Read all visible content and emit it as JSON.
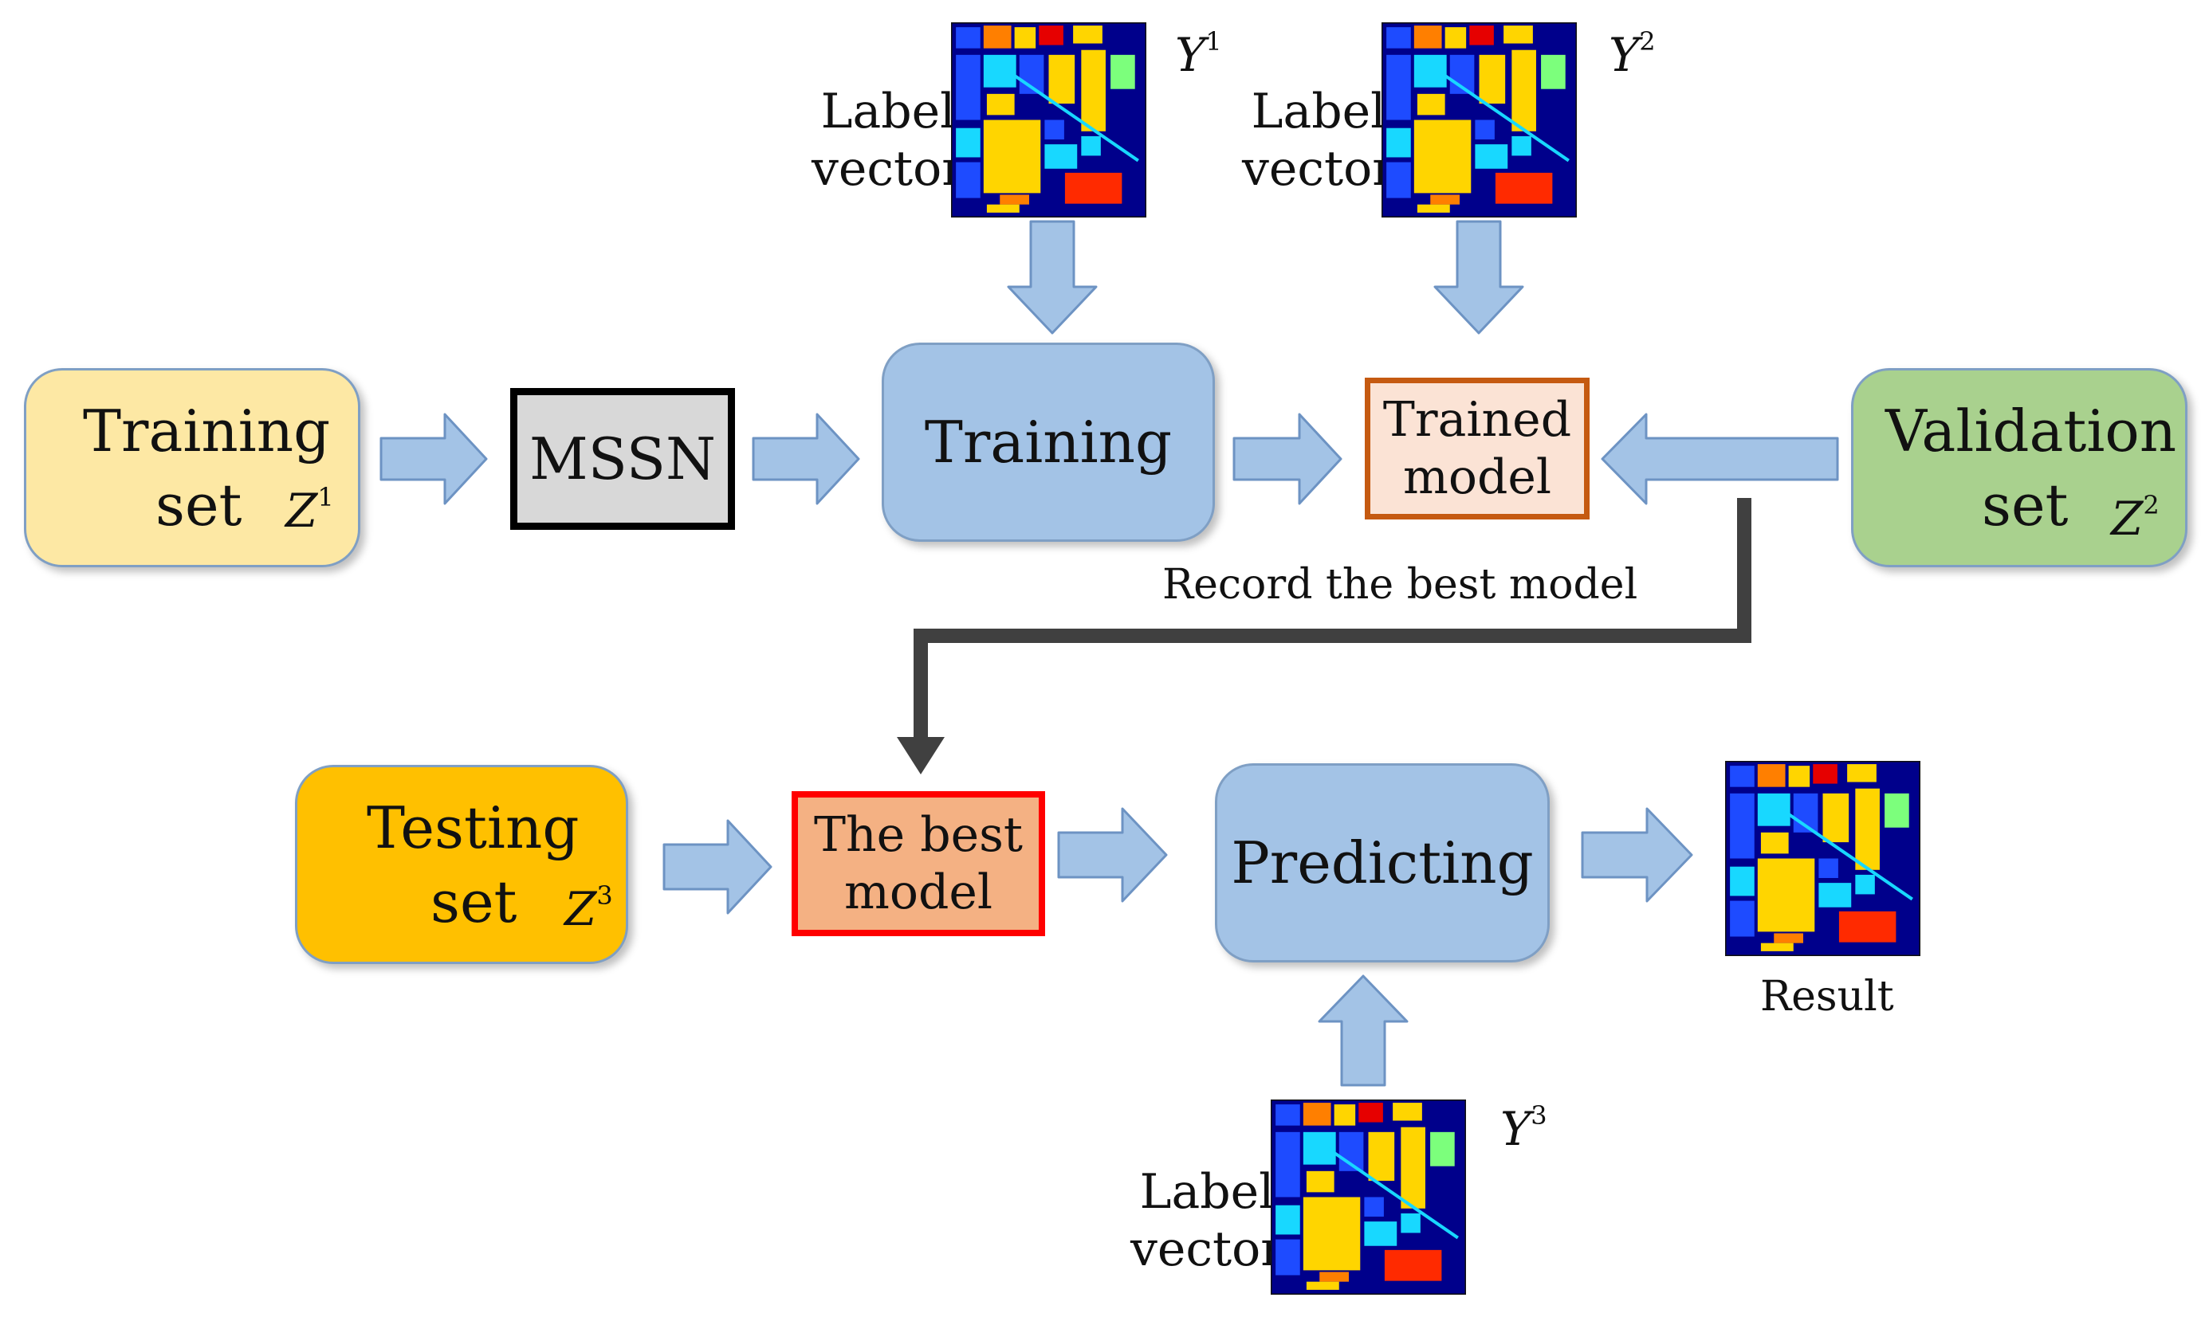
{
  "nodes": {
    "training_set": {
      "line1": "Training",
      "line2": "set",
      "symbol": "Z",
      "sup": "1",
      "color": "#fde8a4"
    },
    "mssn": {
      "label": "MSSN",
      "color": "#d8d8d8"
    },
    "training": {
      "label": "Training",
      "color": "#a3c3e6"
    },
    "trained_model": {
      "line1": "Trained",
      "line2": "model",
      "color": "#fbe3d5",
      "border": "#c55a11"
    },
    "validation_set": {
      "line1": "Validation",
      "line2": "set",
      "symbol": "Z",
      "sup": "2",
      "color": "#a9d18e"
    },
    "testing_set": {
      "line1": "Testing",
      "line2": "set",
      "symbol": "Z",
      "sup": "3",
      "color": "#ffc000"
    },
    "best_model": {
      "line1": "The best",
      "line2": "model",
      "color": "#f4b183",
      "border": "#ff0000"
    },
    "predicting": {
      "label": "Predicting",
      "color": "#a3c3e6"
    }
  },
  "labels": {
    "label_vector_1": {
      "line1": "Label",
      "line2": "vector",
      "symbol": "Y",
      "sup": "1"
    },
    "label_vector_2": {
      "line1": "Label",
      "line2": "vector",
      "symbol": "Y",
      "sup": "2"
    },
    "label_vector_3": {
      "line1": "Label",
      "line2": "vector",
      "symbol": "Y",
      "sup": "3"
    },
    "record_best": "Record the best model",
    "result": "Result"
  },
  "colors": {
    "arrow_fill": "#a3c3e6",
    "arrow_stroke": "#6d93c3",
    "record_arrow": "#404040",
    "map_background": "#00008b"
  }
}
